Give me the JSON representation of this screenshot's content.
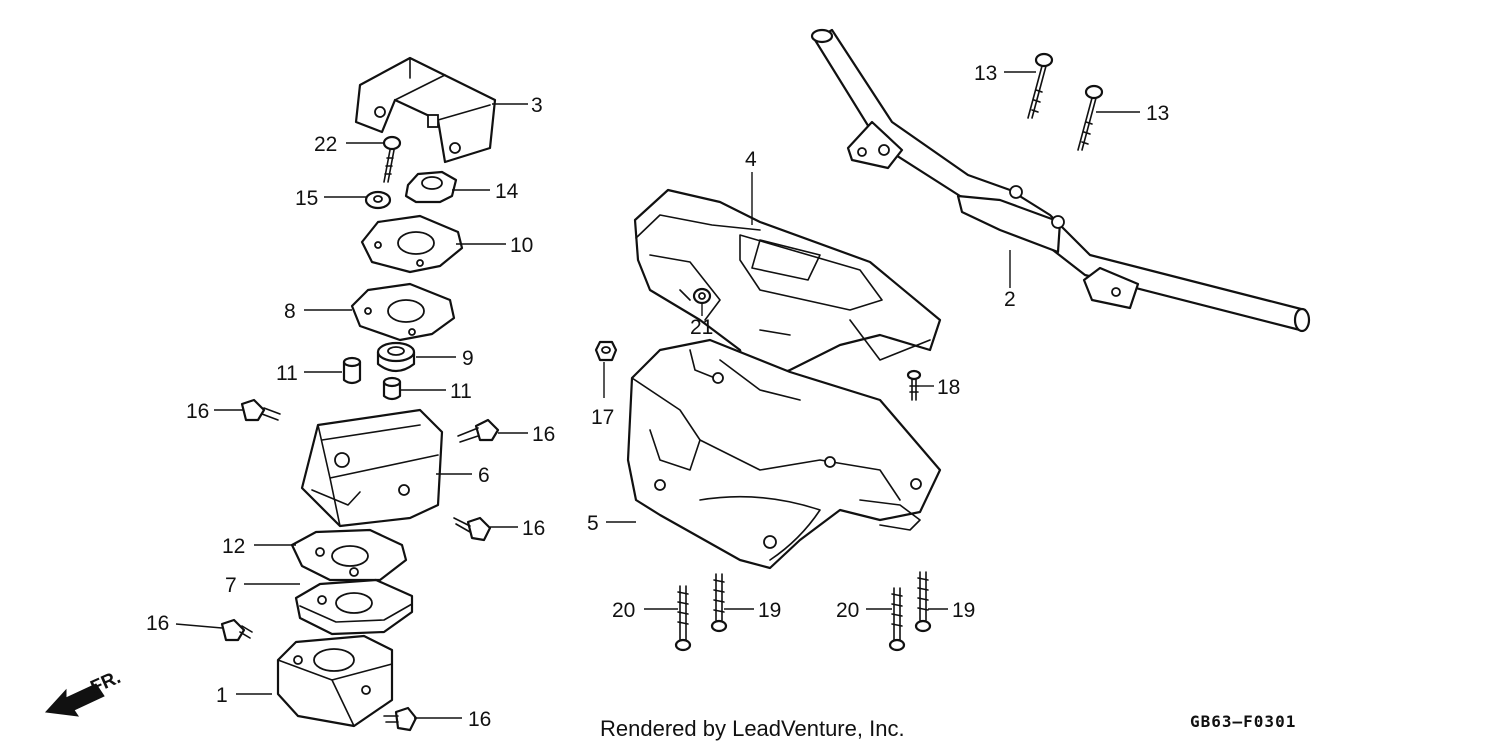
{
  "diagram": {
    "callouts": [
      "1",
      "2",
      "3",
      "4",
      "5",
      "6",
      "7",
      "8",
      "9",
      "10",
      "11",
      "11",
      "12",
      "13",
      "13",
      "14",
      "15",
      "16",
      "16",
      "16",
      "16",
      "16",
      "17",
      "18",
      "19",
      "19",
      "20",
      "20",
      "21",
      "22"
    ],
    "direction_label": "FR.",
    "credit": "Rendered by LeadVenture, Inc.",
    "diagram_code": "GB63—F0301"
  }
}
